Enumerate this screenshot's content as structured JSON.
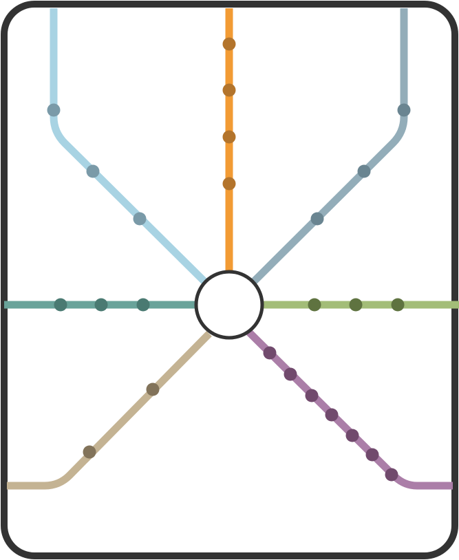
{
  "frame": {
    "stroke_color": "#333333",
    "background": "#ffffff"
  },
  "hub": {
    "fill": "#ffffff",
    "stroke_color": "#333333"
  },
  "lines": [
    {
      "id": "light-blue",
      "color": "#a8d3e3",
      "station_color": "#7a9aa8",
      "stations": 3
    },
    {
      "id": "orange",
      "color": "#f29b34",
      "station_color": "#b3742c",
      "stations": 4
    },
    {
      "id": "slate",
      "color": "#93adb9",
      "station_color": "#6a8591",
      "stations": 3
    },
    {
      "id": "teal",
      "color": "#69a39a",
      "station_color": "#4a7a72",
      "stations": 3
    },
    {
      "id": "green",
      "color": "#a3bd78",
      "station_color": "#5f7340",
      "stations": 3
    },
    {
      "id": "tan",
      "color": "#c4b393",
      "station_color": "#82735a",
      "stations": 2
    },
    {
      "id": "purple",
      "color": "#ab7ea8",
      "station_color": "#714a6d",
      "stations": 7
    }
  ]
}
